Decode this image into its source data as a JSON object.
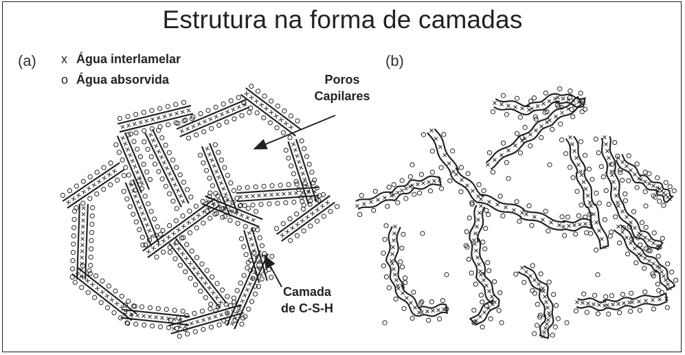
{
  "title": "Estrutura na forma de camadas",
  "panels": {
    "a_label": "(a)",
    "b_label": "(b)"
  },
  "legend": {
    "interlayer_symbol": "x",
    "interlayer_label": "Água interlamelar",
    "adsorbed_symbol": "o",
    "adsorbed_label": "Água absorvida"
  },
  "annotations": {
    "pores_line1": "Poros",
    "pores_line2": "Capilares",
    "layer_line1": "Camada",
    "layer_line2": "de C-S-H"
  },
  "colors": {
    "ink": "#222222",
    "border": "#1a1a1a"
  }
}
